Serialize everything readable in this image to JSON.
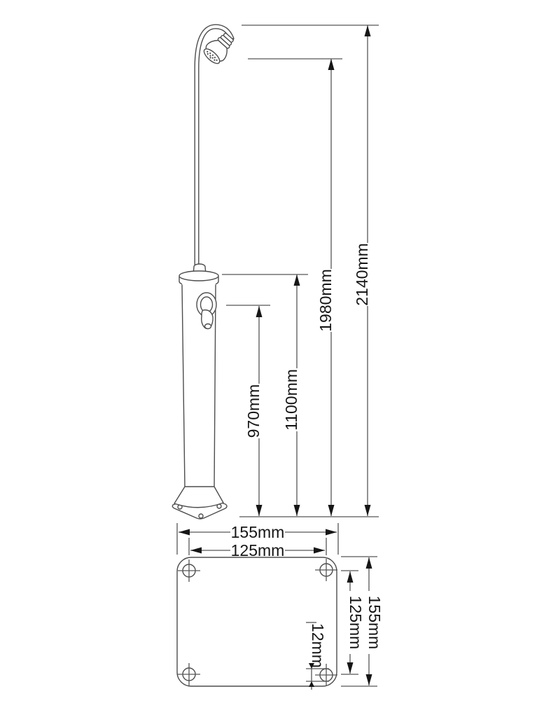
{
  "drawing": {
    "kind": "technical dimension drawing",
    "subject": "free-standing shower column with gooseneck shower head and mounting base plate",
    "colors": {
      "background": "#ffffff",
      "outline": "#4d4d4d",
      "dimension_line": "#565656",
      "text": "#161616"
    },
    "elevation_view": {
      "dimensions": {
        "total_height": "2140mm",
        "shower_head_height": "1980mm",
        "column_top_height": "1100mm",
        "mixer_tap_height": "970mm"
      }
    },
    "base_plate_view": {
      "dimensions": {
        "plate_width": "155mm",
        "hole_spacing_x": "125mm",
        "plate_depth": "155mm",
        "hole_spacing_y": "125mm",
        "hole_diameter": "12mm"
      }
    }
  }
}
